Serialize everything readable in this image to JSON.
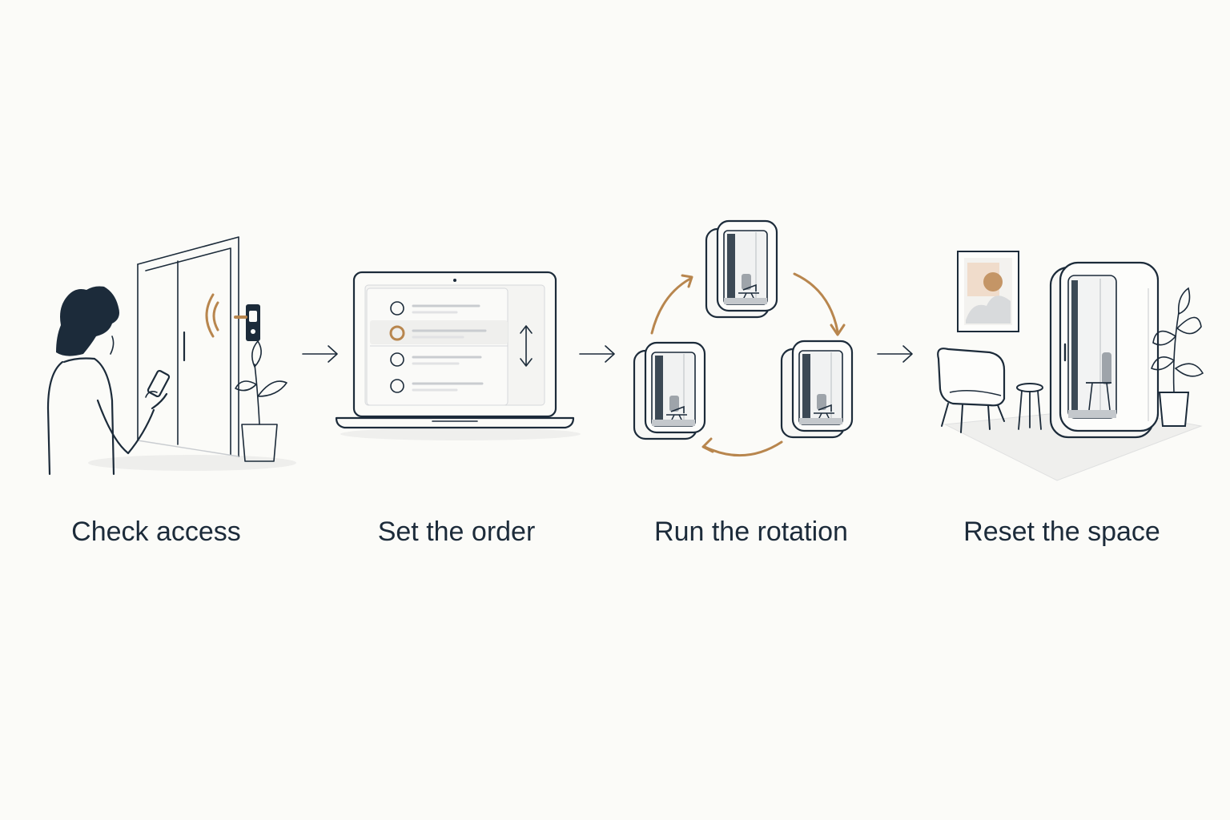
{
  "steps": [
    {
      "label": "Check access",
      "icon": "person-phone-door-reader-icon"
    },
    {
      "label": "Set the order",
      "icon": "laptop-reorder-list-icon"
    },
    {
      "label": "Run the rotation",
      "icon": "booth-rotation-cycle-icon"
    },
    {
      "label": "Reset the space",
      "icon": "lounge-booth-reset-icon"
    }
  ],
  "colors": {
    "ink": "#1c2b3a",
    "accent": "#b8864e",
    "background": "#fbfbf8",
    "light_gray": "#c9ccd0"
  },
  "flow": {
    "connector": "right-arrow-icon"
  }
}
